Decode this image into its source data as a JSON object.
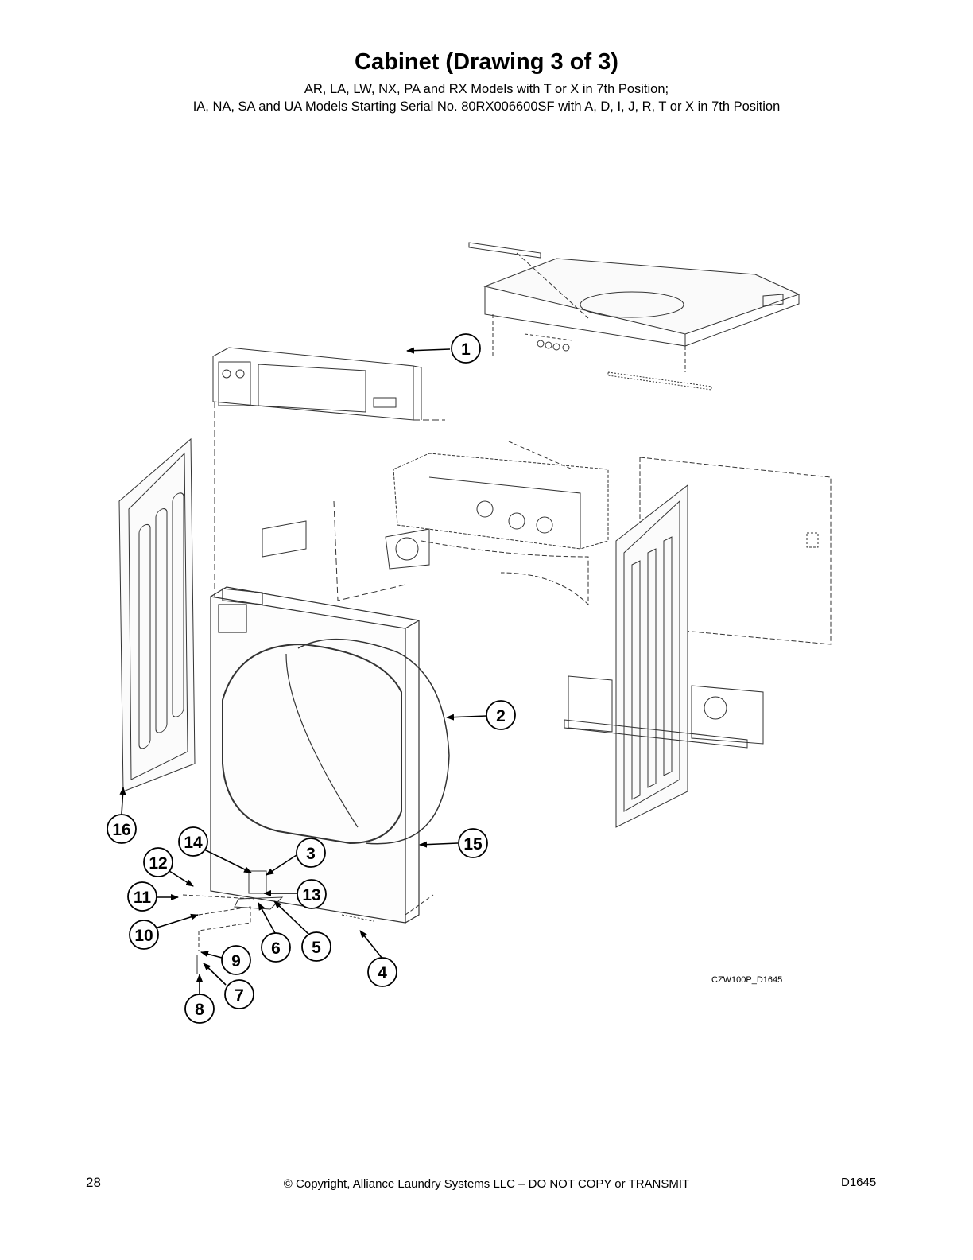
{
  "header": {
    "title": "Cabinet (Drawing 3 of 3)",
    "subtitle_line1": "AR, LA, LW, NX, PA and RX Models with T or X in 7th Position;",
    "subtitle_line2": "IA, NA, SA and UA Models Starting Serial No. 80RX006600SF with A, D, I, J, R, T or X in 7th Position"
  },
  "drawing": {
    "code": "CZW100P_D1645",
    "callouts": [
      "1",
      "2",
      "3",
      "4",
      "5",
      "6",
      "7",
      "8",
      "9",
      "10",
      "11",
      "12",
      "13",
      "14",
      "15",
      "16"
    ]
  },
  "footer": {
    "page_number": "28",
    "copyright": "© Copyright, Alliance Laundry Systems LLC – DO NOT COPY or TRANSMIT",
    "doc_id": "D1645"
  }
}
